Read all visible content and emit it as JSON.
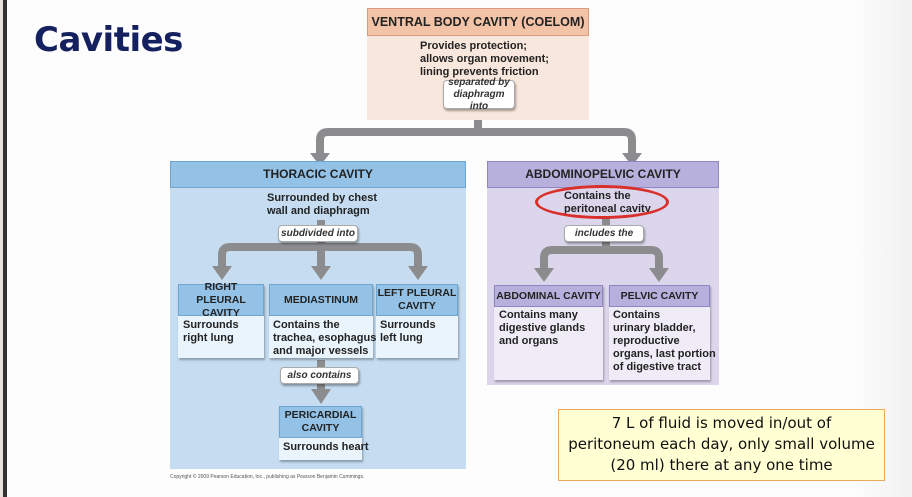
{
  "slide": {
    "title": "Cavities",
    "note": "7 L of fluid is moved in/out of\nperitoneum each day, only small volume\n(20 ml) there at any one time",
    "copyright": "Copyright © 2009 Pearson Education, Inc., publishing as Pearson Benjamin Cummings."
  },
  "diagram": {
    "ventral": {
      "title": "VENTRAL BODY CAVITY (COELOM)",
      "description": "Provides protection;\nallows organ movement;\nlining prevents friction",
      "connector": "separated by\ndiaphragm into"
    },
    "thoracic": {
      "title": "THORACIC CAVITY",
      "description": "Surrounded by chest\nwall and diaphragm",
      "connector": "subdivided into",
      "children": [
        {
          "title": "RIGHT PLEURAL\nCAVITY",
          "description": "Surrounds\nright lung"
        },
        {
          "title": "MEDIASTINUM",
          "description": "Contains the\ntrachea, esophagus,\nand major vessels"
        },
        {
          "title": "LEFT PLEURAL\nCAVITY",
          "description": "Surrounds\nleft lung"
        }
      ],
      "mediastinum_connector": "also contains",
      "pericardial": {
        "title": "PERICARDIAL\nCAVITY",
        "description": "Surrounds heart"
      }
    },
    "abdominopelvic": {
      "title": "ABDOMINOPELVIC CAVITY",
      "description": "Contains the\nperitoneal cavity",
      "connector": "includes the",
      "children": [
        {
          "title": "ABDOMINAL CAVITY",
          "description": "Contains many\ndigestive glands\nand organs"
        },
        {
          "title": "PELVIC CAVITY",
          "description": "Contains\nurinary bladder,\nreproductive\norgans, last portion\nof digestive tract"
        }
      ]
    },
    "highlight": {
      "target": "Contains the peritoneal cavity",
      "color": "#d9302b"
    }
  },
  "colors": {
    "title": "#14215e",
    "ventral_header": "#f2c3a7",
    "ventral_body": "#f8e7dc",
    "thoracic_header": "#93c2e6",
    "thoracic_body": "#c5dcf1",
    "abdominal_header": "#b8b0dc",
    "abdominal_body": "#dcd6ec",
    "arrow": "#8c8c8e",
    "note_fill": "#ffffd3",
    "note_border": "#e7a85f"
  }
}
